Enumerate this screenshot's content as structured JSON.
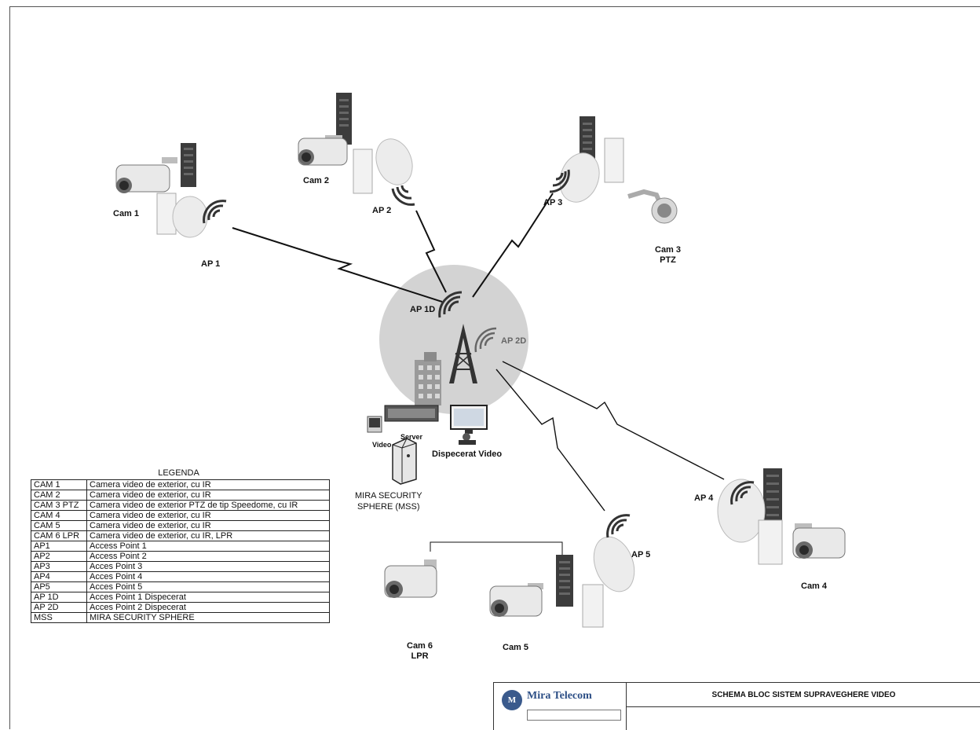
{
  "nodes": {
    "cam1": "Cam 1",
    "cam2": "Cam 2",
    "cam3": [
      "Cam 3",
      "PTZ"
    ],
    "cam4": "Cam 4",
    "cam5": "Cam 5",
    "cam6": [
      "Cam 6",
      "LPR"
    ],
    "ap1": "AP 1",
    "ap2": "AP 2",
    "ap3": "AP 3",
    "ap4": "AP 4",
    "ap5": "AP 5",
    "ap1d": "AP 1D",
    "ap2d": "AP 2D",
    "server": "Server",
    "video": "Video",
    "dispecerat": "Dispecerat Video",
    "mss": [
      "MIRA SECURITY",
      "SPHERE (MSS)"
    ]
  },
  "legend": {
    "title": "LEGENDA",
    "rows": [
      {
        "key": "CAM 1",
        "desc": "Camera video de exterior, cu IR"
      },
      {
        "key": "CAM 2",
        "desc": "Camera video de exterior, cu IR"
      },
      {
        "key": "CAM 3 PTZ",
        "desc": "Camera video de exterior PTZ de tip Speedome, cu IR"
      },
      {
        "key": "CAM 4",
        "desc": "Camera video de exterior, cu IR"
      },
      {
        "key": "CAM 5",
        "desc": "Camera video de exterior, cu IR"
      },
      {
        "key": "CAM 6 LPR",
        "desc": "Camera video de exterior, cu IR, LPR"
      },
      {
        "key": "AP1",
        "desc": "Access Point 1"
      },
      {
        "key": "AP2",
        "desc": "Access Point 2"
      },
      {
        "key": "AP3",
        "desc": "Acces Point 3"
      },
      {
        "key": "AP4",
        "desc": "Acces Point 4"
      },
      {
        "key": "AP5",
        "desc": "Acces Point 5"
      },
      {
        "key": "AP 1D",
        "desc": "Acces Point 1 Dispecerat"
      },
      {
        "key": "AP 2D",
        "desc": "Acces Point 2 Dispecerat"
      },
      {
        "key": "MSS",
        "desc": "MIRA SECURITY SPHERE"
      }
    ]
  },
  "title_block": {
    "company": "Mira Telecom",
    "title": "SCHEMA BLOC SISTEM SUPRAVEGHERE VIDEO"
  },
  "colors": {
    "sphere": "#d3d3d3",
    "device": "#e9e9e9",
    "device_dark": "#3c3c3c",
    "logo": "#2d4f86"
  }
}
